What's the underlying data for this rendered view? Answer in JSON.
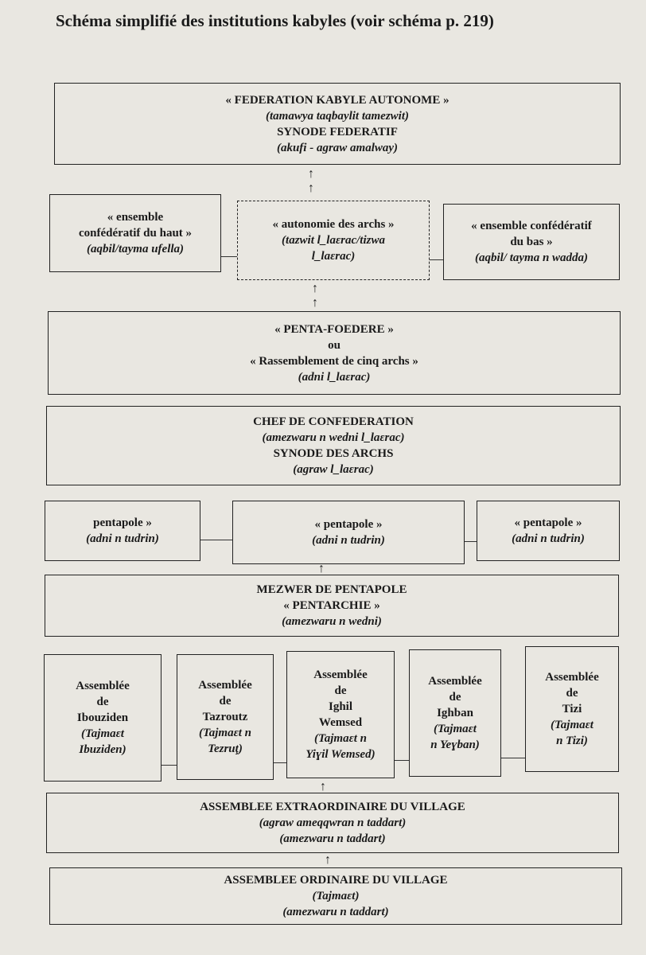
{
  "title": "Schéma simplifié des institutions kabyles (voir schéma p. 219)",
  "federation": {
    "line1": "« FEDERATION KABYLE AUTONOME »",
    "line2": "(tamawya taqbaylit tamezwit)",
    "line3": "SYNODE FEDERATIF",
    "line4": "(akufi - agraw amalway)"
  },
  "ensemble_haut": {
    "line1": "« ensemble",
    "line2": "confédératif du haut »",
    "line3": "(aqbil/tayma ufella)"
  },
  "autonomie": {
    "line1": "« autonomie des archs »",
    "line2": "(tazwit l_laɛrac/tizwa",
    "line3": "l_laɛrac)"
  },
  "ensemble_bas": {
    "line1": "« ensemble confédératif",
    "line2": "du bas »",
    "line3": "(aqbil/ tayma n wadda)"
  },
  "penta_foedere": {
    "line1": "« PENTA-FOEDERE »",
    "line2": "ou",
    "line3": "« Rassemblement de cinq archs »",
    "line4": "(adni l_laɛrac)"
  },
  "chef": {
    "line1": "CHEF DE CONFEDERATION",
    "line2": "(amezwaru n wedni l_laɛrac)",
    "line3": "SYNODE DES ARCHS",
    "line4": "(agraw l_laɛrac)"
  },
  "pentapoles": [
    {
      "line1": "pentapole »",
      "line2": "(adni n tudrin)"
    },
    {
      "line1": "« pentapole »",
      "line2": "(adni n tudrin)"
    },
    {
      "line1": "« pentapole »",
      "line2": "(adni n tudrin)"
    }
  ],
  "mezwer": {
    "line1": "MEZWER DE PENTAPOLE",
    "line2": "« PENTARCHIE »",
    "line3": "(amezwaru n wedni)"
  },
  "assemblees": [
    {
      "lines": [
        "Assemblée",
        "de",
        "Ibouziden"
      ],
      "italic": [
        "(Tajmaɛt",
        "Ibuziden)"
      ]
    },
    {
      "lines": [
        "Assemblée",
        "de",
        "Tazroutz"
      ],
      "italic": [
        "(Tajmaɛt n",
        "Tezruţ)"
      ]
    },
    {
      "lines": [
        "Assemblée",
        "de",
        "Ighil",
        "Wemsed"
      ],
      "italic": [
        "(Tajmaɛt n",
        "Yiɣil Wemsed)"
      ]
    },
    {
      "lines": [
        "Assemblée",
        "de",
        "Ighban"
      ],
      "italic": [
        "(Tajmaɛt",
        "n Yeɣban)"
      ]
    },
    {
      "lines": [
        "Assemblée",
        "de",
        "Tizi"
      ],
      "italic": [
        "(Tajmaɛt",
        "n Tizi)"
      ]
    }
  ],
  "extraordinaire": {
    "line1": "ASSEMBLEE EXTRAORDINAIRE DU VILLAGE",
    "line2": "(agraw ameqqwran n taddart)",
    "line3": "(amezwaru n taddart)"
  },
  "ordinaire": {
    "line1": "ASSEMBLEE ORDINAIRE DU VILLAGE",
    "line2": "(Tajmaɛt)",
    "line3": "(amezwaru n taddart)"
  }
}
